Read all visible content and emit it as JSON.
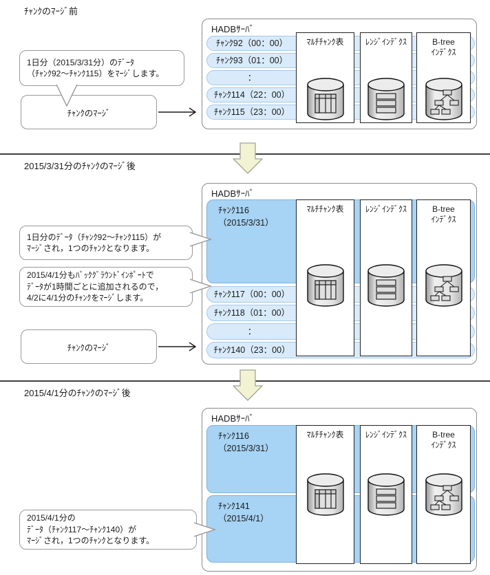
{
  "colors": {
    "chunk_bar_fill": "#d9ebfb",
    "chunk_bar_border": "#a6c8e8",
    "merged_chunk_fill": "#a7d3f4",
    "merged_chunk_border": "#7fb2dd",
    "down_arrow_fill": "#f1f3d2",
    "box_border": "#999999",
    "divider": "#3f3f3f"
  },
  "server_label": "HADBｻｰﾊﾞ",
  "merge_box_label": "ﾁｬﾝｸのﾏｰｼﾞ",
  "stores": [
    {
      "icon": "table-cylinder",
      "lines": [
        "ﾏﾙﾁﾁｬﾝｸ表"
      ]
    },
    {
      "icon": "list-cylinder",
      "lines": [
        "ﾚﾝｼﾞｲﾝﾃﾞｸｽ"
      ]
    },
    {
      "icon": "tree-cylinder",
      "lines": [
        "B-tree",
        "ｲﾝﾃﾞｸｽ"
      ]
    }
  ],
  "sections": [
    {
      "title": "ﾁｬﾝｸのﾏｰｼﾞ前",
      "bubble": [
        "1日分（2015/3/31分）のﾃﾞｰﾀ",
        "（ﾁｬﾝｸ92～ﾁｬﾝｸ115）をﾏｰｼﾞします。"
      ],
      "bars": [
        "ﾁｬﾝｸ92（00：00）",
        "ﾁｬﾝｸ93（01：00）",
        "：",
        "ﾁｬﾝｸ114（22：00）",
        "ﾁｬﾝｸ115（23：00）"
      ]
    },
    {
      "title": "2015/3/31分のﾁｬﾝｸのﾏｰｼﾞ後",
      "bubble1": [
        "1日分のﾃﾞｰﾀ（ﾁｬﾝｸ92～ﾁｬﾝｸ115）が",
        "ﾏｰｼﾞされ，1つのﾁｬﾝｸとなります。"
      ],
      "bubble2": [
        "2015/4/1分もﾊﾞｯｸｸﾞﾗｳﾝﾄﾞｲﾝﾎﾟｰﾄで",
        "ﾃﾞｰﾀが1時間ごとに追加されるので，",
        "4/2に4/1分のﾁｬﾝｸをﾏｰｼﾞします。"
      ],
      "merged": [
        "ﾁｬﾝｸ116",
        "（2015/3/31）"
      ],
      "bars": [
        "ﾁｬﾝｸ117（00：00）",
        "ﾁｬﾝｸ118（01：00）",
        "：",
        "ﾁｬﾝｸ140（23：00）"
      ]
    },
    {
      "title": "2015/4/1分のﾁｬﾝｸのﾏｰｼﾞ後",
      "bubble": [
        "2015/4/1分の",
        "ﾃﾞｰﾀ（ﾁｬﾝｸ117～ﾁｬﾝｸ140）が",
        "ﾏｰｼﾞされ，1つのﾁｬﾝｸとなります。"
      ],
      "merged1": [
        "ﾁｬﾝｸ116",
        "（2015/3/31）"
      ],
      "merged2": [
        "ﾁｬﾝｸ141",
        "（2015/4/1）"
      ]
    }
  ]
}
